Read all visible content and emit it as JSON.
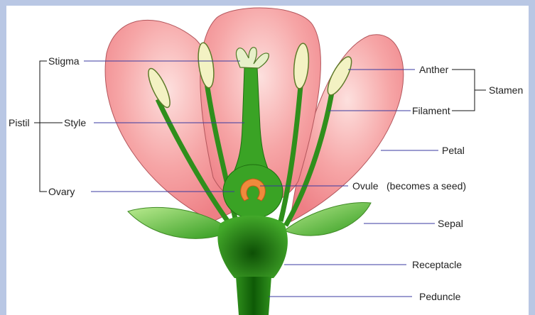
{
  "labels": {
    "stigma": "Stigma",
    "style": "Style",
    "ovary": "Ovary",
    "pistil": "Pistil",
    "anther": "Anther",
    "filament": "Filament",
    "stamen": "Stamen",
    "petal": "Petal",
    "ovule": "Ovule",
    "ovule_note": "(becomes a seed)",
    "sepal": "Sepal",
    "receptacle": "Receptacle",
    "peduncle": "Peduncle"
  },
  "colors": {
    "frame": "#b9c7e4",
    "petal": "#f28e92",
    "petal_light": "#fbd3d1",
    "green_dark": "#1f7a12",
    "green": "#3aa325",
    "green_light": "#9bd86f",
    "anther": "#f3f2c3",
    "ovule": "#f08a3c",
    "leader_line": "#3a3aa0"
  }
}
